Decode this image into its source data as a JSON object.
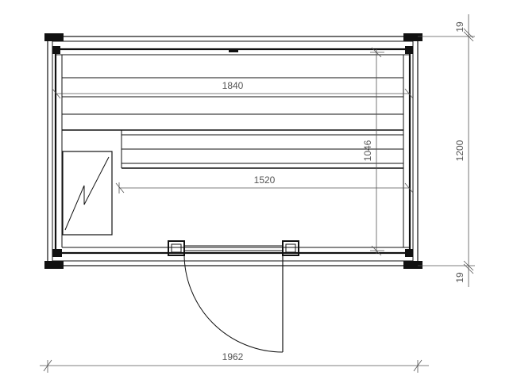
{
  "dimensions": {
    "overall_width": "1962",
    "bench_upper_length": "1840",
    "bench_lower_length": "1520",
    "inner_depth": "1046",
    "outer_depth": "1200",
    "wall_top": "19",
    "wall_bottom": "19"
  },
  "colors": {
    "line": "#111111",
    "dimension": "#555555",
    "background": "#ffffff"
  },
  "icons": {
    "heater": "heater-lightning-icon"
  }
}
